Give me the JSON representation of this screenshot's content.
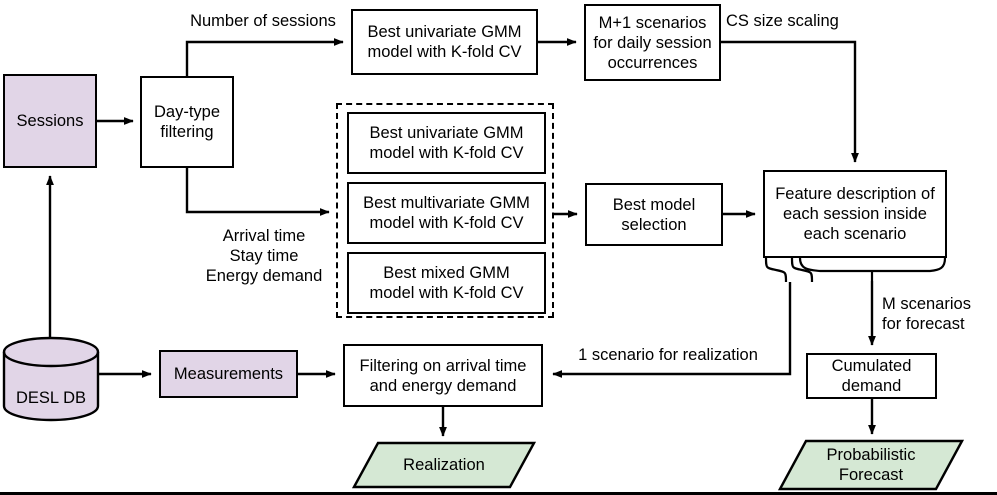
{
  "diagram": {
    "title": "EV session modelling and forecasting pipeline flowchart",
    "colors": {
      "data_store_fill": "#e1d5e7",
      "output_fill": "#d5e8d4",
      "process_fill": "#ffffff",
      "stroke": "#000000"
    },
    "nodes": {
      "sessions": "Sessions",
      "day_type_filtering": "Day-type\nfiltering",
      "univariate_top": "Best univariate GMM\nmodel with K-fold CV",
      "scenarios_daily": "M+1 scenarios\nfor daily session\noccurrences",
      "univariate_group": "Best univariate GMM\nmodel with K-fold CV",
      "multivariate_group": "Best multivariate GMM\nmodel with K-fold CV",
      "mixed_group": "Best mixed GMM\nmodel with K-fold CV",
      "best_model_selection": "Best model\nselection",
      "feature_description": "Feature description of\neach session inside\neach scenario",
      "cumulated_demand": "Cumulated\ndemand",
      "desl_db": "DESL DB",
      "measurements": "Measurements",
      "filtering_arrival": "Filtering on arrival time\nand energy demand",
      "realization": "Realization",
      "probabilistic_forecast": "Probabilistic\nForecast"
    },
    "edge_labels": {
      "number_of_sessions": "Number of sessions",
      "cs_size_scaling": "CS size scaling",
      "arrival_stay_energy": "Arrival time\nStay time\nEnergy demand",
      "m_scenarios_forecast": "M scenarios\nfor forecast",
      "one_scenario_realization": "1 scenario for realization"
    }
  }
}
